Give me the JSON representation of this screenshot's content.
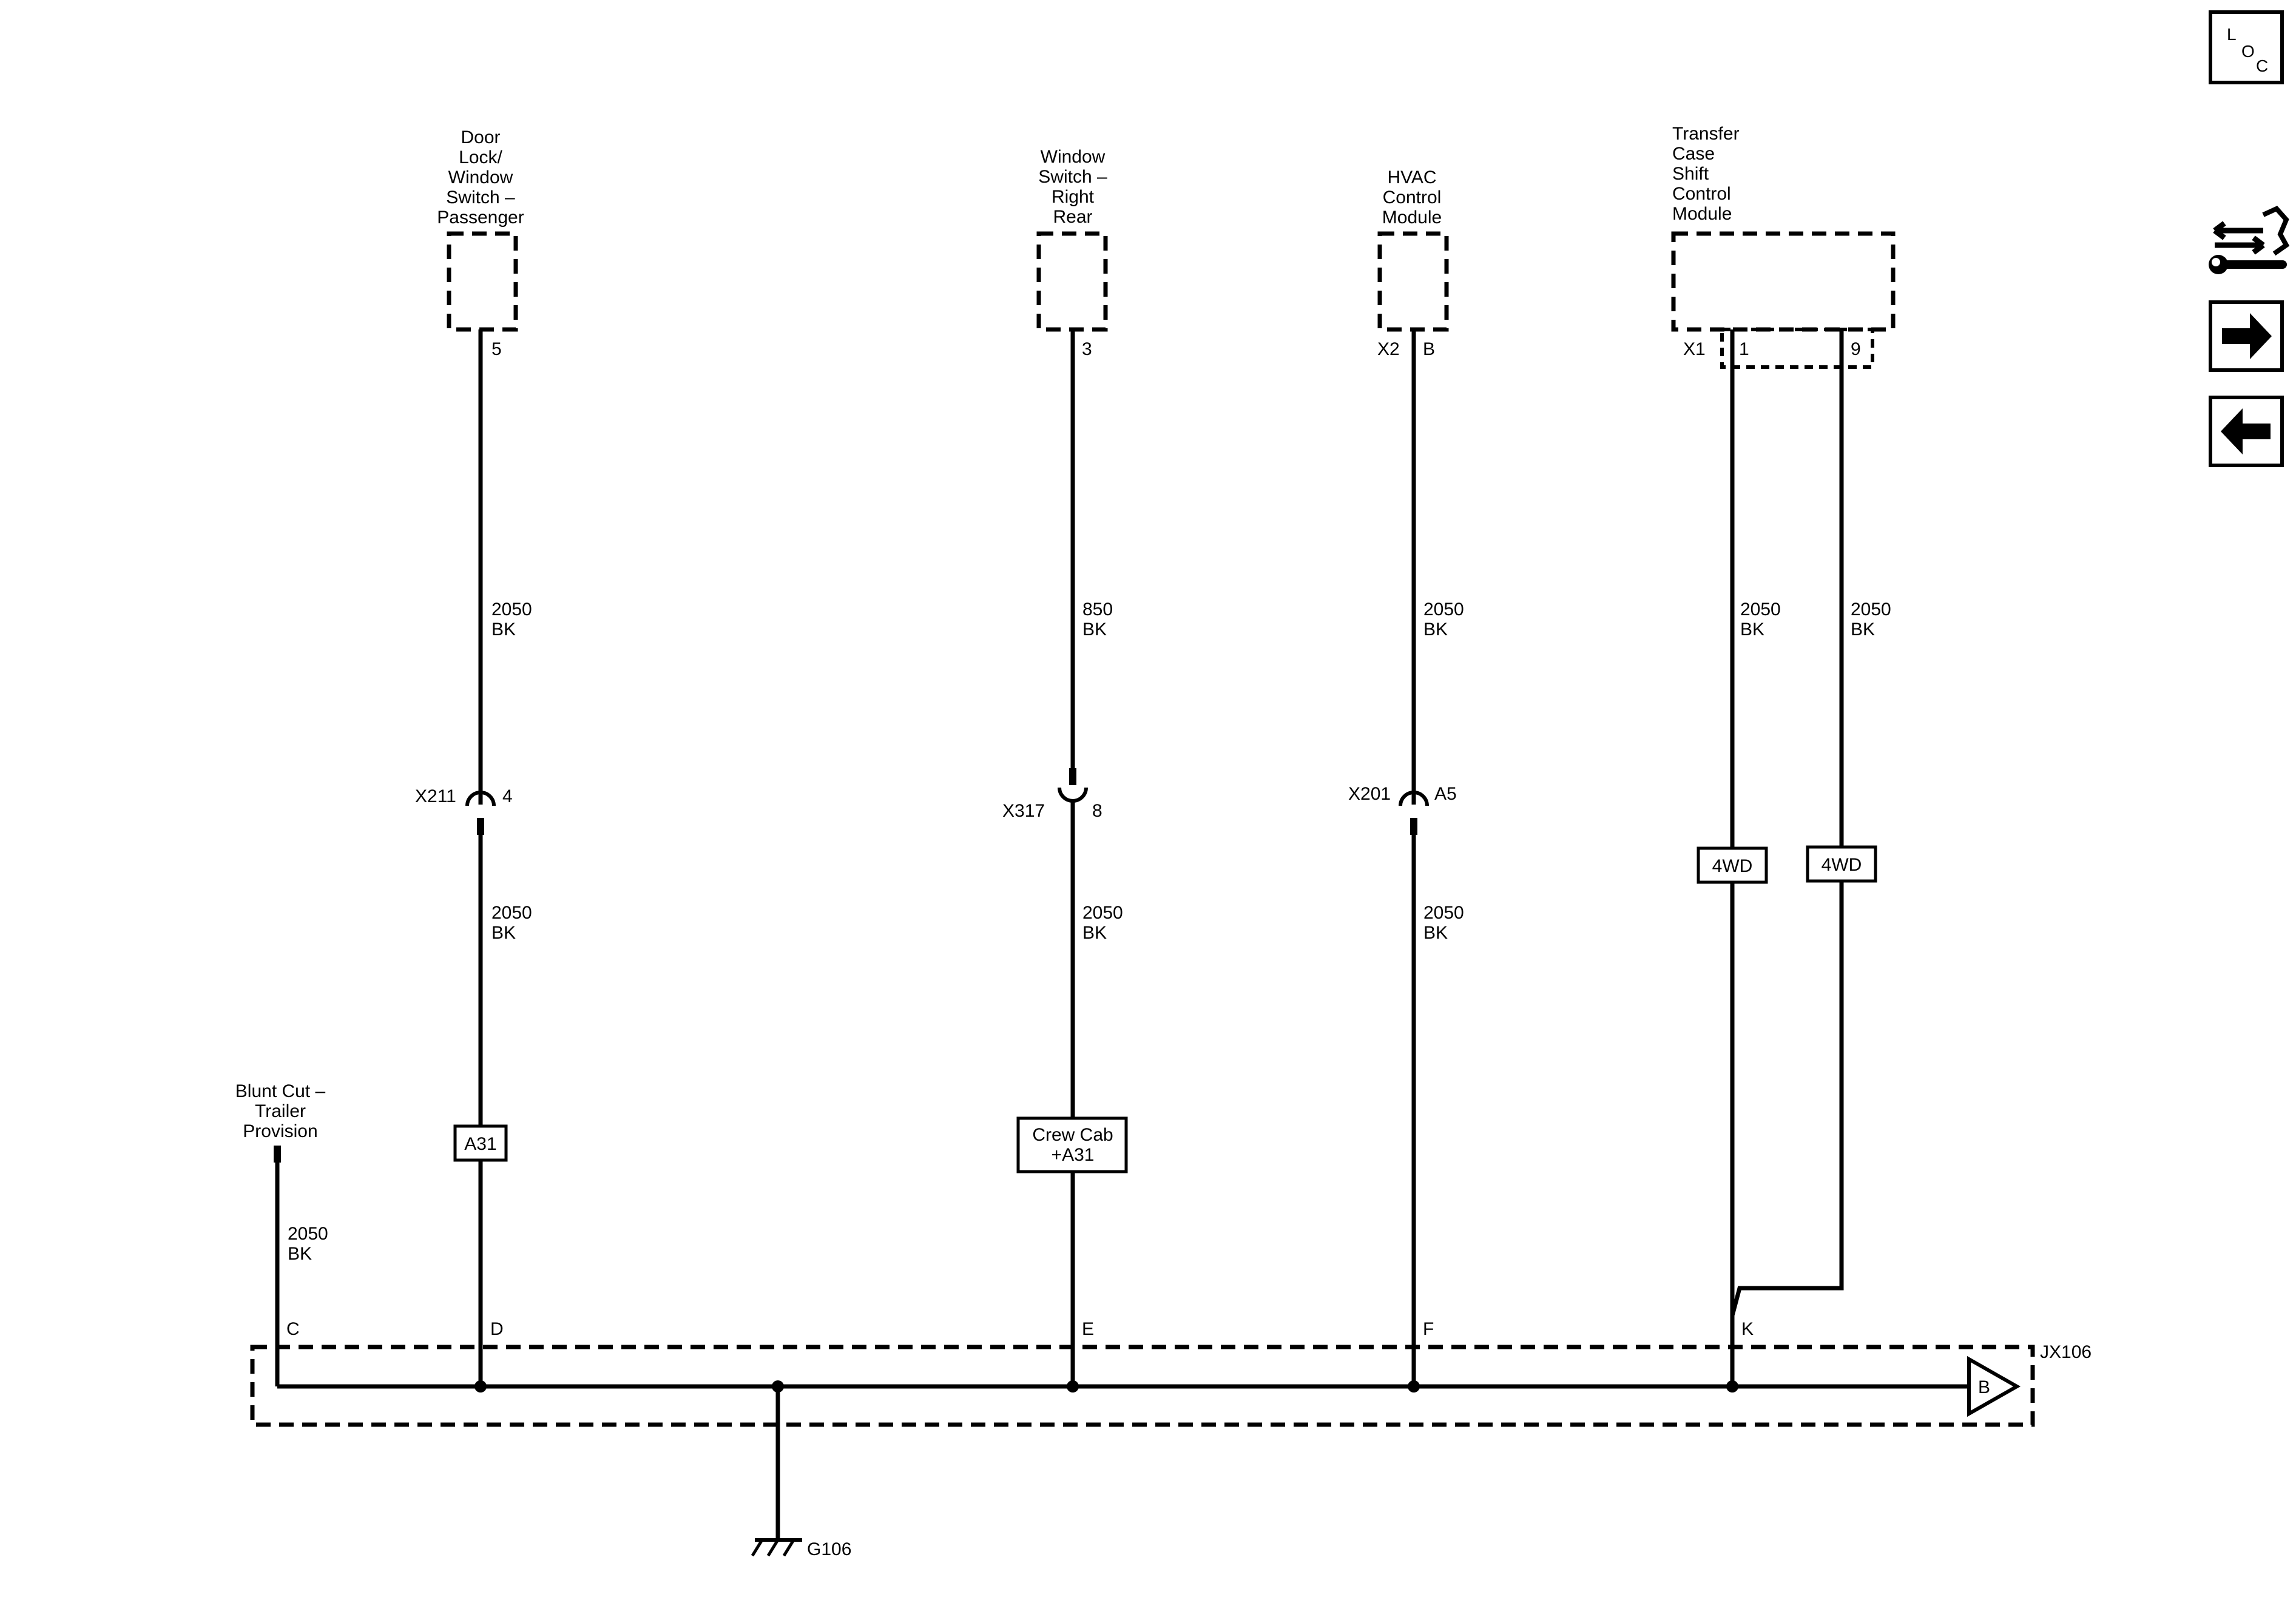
{
  "components": {
    "door_lock": {
      "lines": [
        "Door",
        "Lock/",
        "Window",
        "Switch –",
        "Passenger"
      ],
      "pin": "5"
    },
    "window_switch": {
      "lines": [
        "Window",
        "Switch –",
        "Right",
        "Rear"
      ],
      "pin": "3"
    },
    "hvac": {
      "lines": [
        "HVAC",
        "Control",
        "Module"
      ],
      "connector": "X2",
      "pin": "B"
    },
    "transfer_case": {
      "lines": [
        "Transfer",
        "Case",
        "Shift",
        "Control",
        "Module"
      ],
      "connector": "X1",
      "pin_a": "1",
      "pin_b": "9"
    }
  },
  "wires": {
    "w1_upper": [
      "2050",
      "BK"
    ],
    "w1_lower": [
      "2050",
      "BK"
    ],
    "w2_upper": [
      "850",
      "BK"
    ],
    "w2_lower": [
      "2050",
      "BK"
    ],
    "w3_upper": [
      "2050",
      "BK"
    ],
    "w3_lower": [
      "2050",
      "BK"
    ],
    "w4": [
      "2050",
      "BK"
    ],
    "w5": [
      "2050",
      "BK"
    ],
    "blunt": [
      "2050",
      "BK"
    ]
  },
  "inline_connectors": {
    "x211": {
      "name": "X211",
      "pin": "4"
    },
    "x317": {
      "name": "X317",
      "pin": "8"
    },
    "x201": {
      "name": "X201",
      "pin": "A5"
    }
  },
  "options": {
    "a31": "A31",
    "crew_cab": [
      "Crew Cab",
      "+A31"
    ],
    "fourwd_a": "4WD",
    "fourwd_b": "4WD"
  },
  "blunt_cut": {
    "lines": [
      "Blunt Cut –",
      "Trailer",
      "Provision"
    ]
  },
  "splice": {
    "name": "JX106",
    "pins": {
      "c": "C",
      "d": "D",
      "e": "E",
      "f": "F",
      "k": "K"
    },
    "offpage": "B"
  },
  "ground": {
    "name": "G106"
  },
  "nav": {
    "loc": [
      "L",
      "O",
      "C"
    ]
  }
}
